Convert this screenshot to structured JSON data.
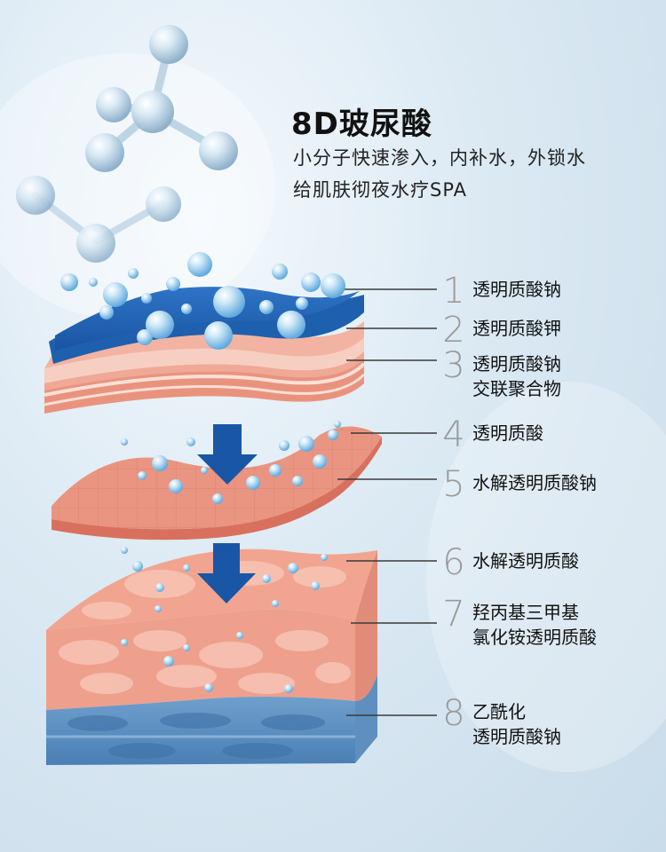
{
  "title": "8D玻尿酸",
  "subtitle_line1": "小分子快速渗入，内补水，外锁水",
  "subtitle_line2": "给肌肤彻夜水疗SPA",
  "layers": [
    {
      "num": "1",
      "lines": [
        "透明质酸钠"
      ]
    },
    {
      "num": "2",
      "lines": [
        "透明质酸钾"
      ]
    },
    {
      "num": "3",
      "lines": [
        "透明质酸钠",
        "交联聚合物"
      ]
    },
    {
      "num": "4",
      "lines": [
        "透明质酸"
      ]
    },
    {
      "num": "5",
      "lines": [
        "水解透明质酸钠"
      ]
    },
    {
      "num": "6",
      "lines": [
        "水解透明质酸"
      ]
    },
    {
      "num": "7",
      "lines": [
        "羟丙基三甲基",
        "氯化铵透明质酸"
      ]
    },
    {
      "num": "8",
      "lines": [
        "乙酰化",
        "透明质酸钠"
      ]
    }
  ],
  "colors": {
    "deep_blue": "#1f5fb0",
    "skin_pink": "#f2a897",
    "skin_light": "#f7c9bb",
    "arrow_blue": "#1a56a6",
    "bubble": "#8cc6ec"
  },
  "icons": [
    "molecule-icon",
    "water-droplet-icon",
    "down-arrow-icon"
  ]
}
